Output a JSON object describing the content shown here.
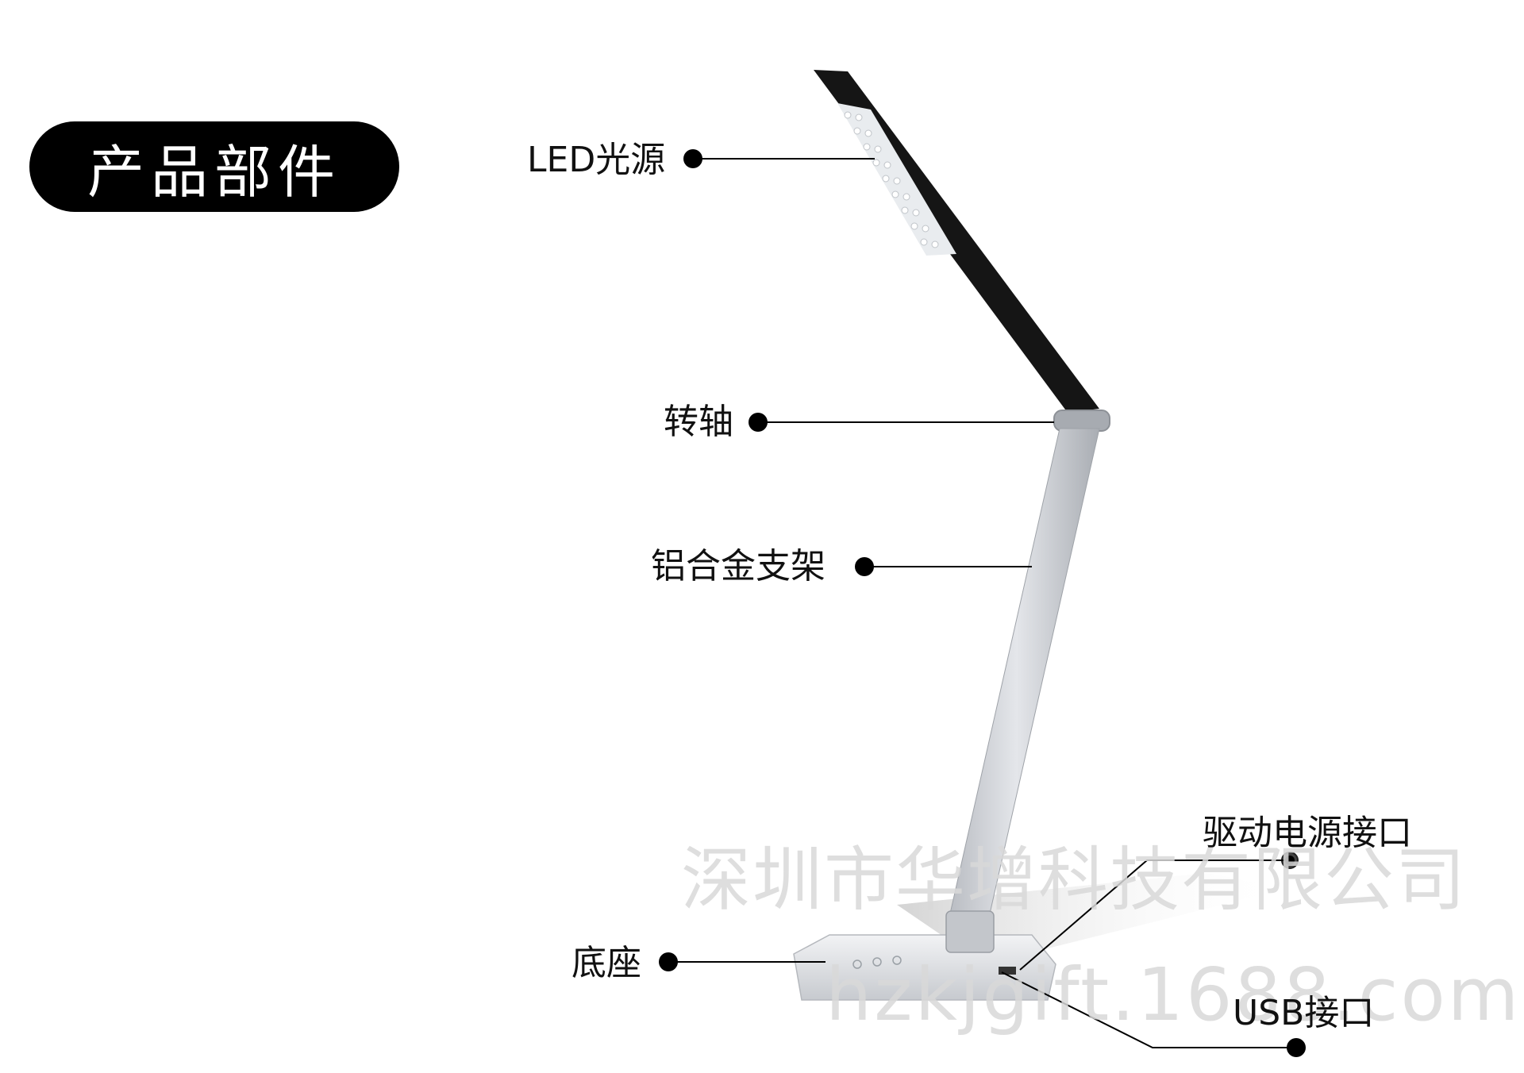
{
  "title": "产品部件",
  "parts": {
    "led": "LED光源",
    "hinge": "转轴",
    "arm": "铝合金支架",
    "base": "底座",
    "power": "驱动电源接口",
    "usb": "USB接口"
  },
  "watermark": {
    "company": "深圳市华增科技有限公司",
    "url": "hzkjgift.1688.com"
  },
  "colors": {
    "head": "#111111",
    "aluminum": "#c9ccd1",
    "leader": "#000000",
    "watermark": "#d9d9d9"
  }
}
